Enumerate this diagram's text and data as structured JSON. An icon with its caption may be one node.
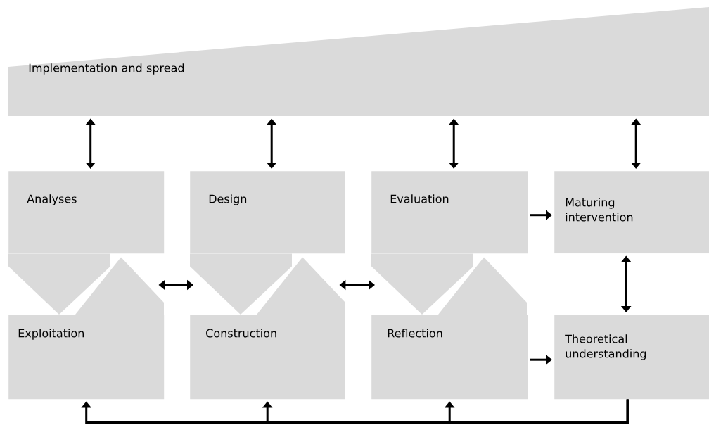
{
  "diagram": {
    "nodes": [
      {
        "text": [
          "Implementation and spread"
        ]
      },
      {
        "text": [
          "Analyses"
        ]
      },
      {
        "text": [
          "Design"
        ]
      },
      {
        "text": [
          "Evaluation"
        ]
      },
      {
        "text": [
          "Maturing intervention"
        ]
      },
      {
        "text": [
          "Exploitation"
        ]
      },
      {
        "text": [
          "Construction"
        ]
      },
      {
        "text": [
          "Reflection"
        ]
      },
      {
        "text": [
          "Theoretical understanding"
        ]
      }
    ],
    "edges": [
      {
        "from": 0,
        "to": 1,
        "arrow": "both"
      },
      {
        "from": 0,
        "to": 2,
        "arrow": "both"
      },
      {
        "from": 0,
        "to": 3,
        "arrow": "both"
      },
      {
        "from": 0,
        "to": 4,
        "arrow": "both"
      },
      {
        "from": 1,
        "to": 5,
        "arrow": "to",
        "style": "thick",
        "color": "#dadada"
      },
      {
        "from": 5,
        "to": 1,
        "arrow": "to",
        "style": "thick",
        "color": "#dadada"
      },
      {
        "from": 2,
        "to": 6,
        "arrow": "to",
        "style": "thick",
        "color": "#dadada"
      },
      {
        "from": 6,
        "to": 2,
        "arrow": "to",
        "style": "thick",
        "color": "#dadada"
      },
      {
        "from": 3,
        "to": 7,
        "arrow": "to",
        "style": "thick",
        "color": "#dadada"
      },
      {
        "from": 7,
        "to": 3,
        "arrow": "to",
        "style": "thick",
        "color": "#dadada"
      },
      {
        "from": 3,
        "to": 4,
        "arrow": "to"
      },
      {
        "from": 4,
        "to": 8,
        "arrow": "both"
      },
      {
        "from": 5,
        "to": 6,
        "arrow": "both"
      },
      {
        "from": 6,
        "to": 7,
        "arrow": "both"
      },
      {
        "from": 7,
        "to": 8,
        "arrow": "to"
      },
      {
        "from": 8,
        "to": 5,
        "arrow": "to"
      },
      {
        "from": 8,
        "to": 6,
        "arrow": "to"
      },
      {
        "from": 8,
        "to": 7,
        "arrow": "to"
      }
    ]
  }
}
